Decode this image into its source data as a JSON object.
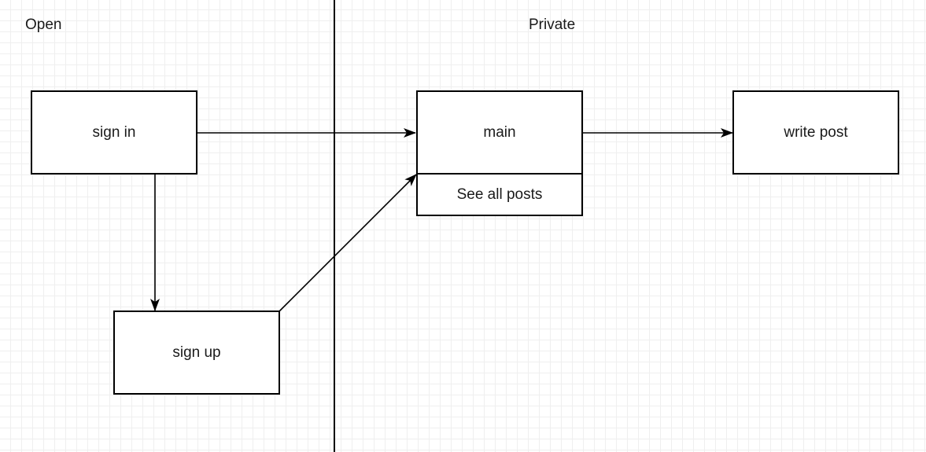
{
  "zones": {
    "open_label": "Open",
    "private_label": "Private"
  },
  "nodes": {
    "sign_in": "sign in",
    "sign_up": "sign up",
    "main": "main",
    "see_all_posts": "See all posts",
    "write_post": "write post"
  },
  "edges": [
    {
      "from": "sign in",
      "to": "main"
    },
    {
      "from": "sign in",
      "to": "sign up"
    },
    {
      "from": "sign up",
      "to": "main"
    },
    {
      "from": "main",
      "to": "write post"
    }
  ]
}
